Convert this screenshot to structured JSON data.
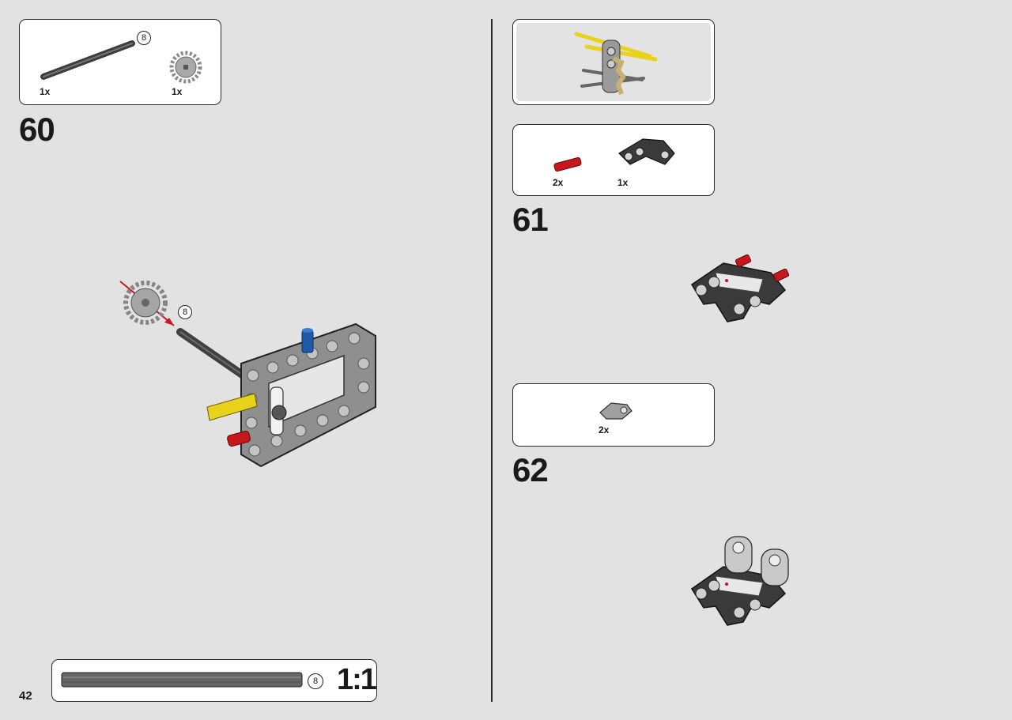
{
  "page_number": "42",
  "step60": {
    "number": "60",
    "parts": [
      {
        "name": "axle",
        "qty": "1x",
        "length": "8"
      },
      {
        "name": "gear",
        "qty": "1x"
      }
    ],
    "callout_length": "8"
  },
  "step61": {
    "number": "61",
    "parts": [
      {
        "name": "red-pin",
        "qty": "2x"
      },
      {
        "name": "angled-beam",
        "qty": "1x"
      }
    ]
  },
  "step62": {
    "number": "62",
    "parts": [
      {
        "name": "grey-connector",
        "qty": "2x"
      }
    ]
  },
  "scale_ruler": {
    "length": "8",
    "scale": "1:1"
  },
  "colors": {
    "background": "#e2e2e2",
    "yellow": "#e8d31a",
    "red": "#c8161d",
    "blue": "#1e5aa8",
    "dark_grey": "#3a3a3a",
    "light_grey": "#a8a8a8"
  }
}
